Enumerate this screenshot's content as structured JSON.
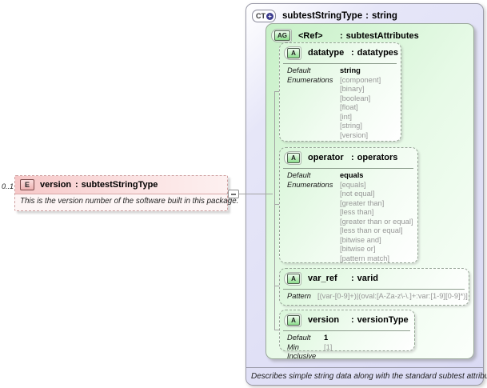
{
  "labels": {
    "colon": ":"
  },
  "element": {
    "cardinality": "0..1",
    "badge": "E",
    "name": "version",
    "type": "subtestStringType",
    "annotation": "This is the version number of the software built in this package."
  },
  "complex_type": {
    "badge": "CT",
    "expand_indicator": "+",
    "name": "subtestStringType",
    "base": "string",
    "documentation": "Describes simple string data along with the standard subtest attributes.",
    "attribute_group": {
      "badge": "AG",
      "name": "<Ref>",
      "type": "subtestAttributes",
      "attributes": [
        {
          "badge": "A",
          "name": "datatype",
          "type": "datatypes",
          "rows": {
            "default_label": "Default",
            "default_value": "string",
            "enum_label": "Enumerations",
            "enums": [
              "[component]",
              "[binary]",
              "[boolean]",
              "[float]",
              "[int]",
              "[string]",
              "[version]"
            ]
          }
        },
        {
          "badge": "A",
          "name": "operator",
          "type": "operators",
          "rows": {
            "default_label": "Default",
            "default_value": "equals",
            "enum_label": "Enumerations",
            "enums": [
              "[equals]",
              "[not equal]",
              "[greater than]",
              "[less than]",
              "[greater than or equal]",
              "[less than or equal]",
              "[bitwise and]",
              "[bitwise or]",
              "[pattern match]"
            ]
          }
        },
        {
          "badge": "A",
          "name": "var_ref",
          "type": "varid",
          "rows": {
            "pattern_label": "Pattern",
            "pattern_value": "[(var-[0-9]+)|(oval:[A-Za-z\\-\\.]+:var:[1-9][0-9]*)]"
          }
        },
        {
          "badge": "A",
          "name": "version",
          "type": "versionType",
          "rows": {
            "default_label": "Default",
            "default_value": "1",
            "min_label": "Min Inclusive",
            "min_value": "[1]"
          }
        }
      ]
    }
  }
}
